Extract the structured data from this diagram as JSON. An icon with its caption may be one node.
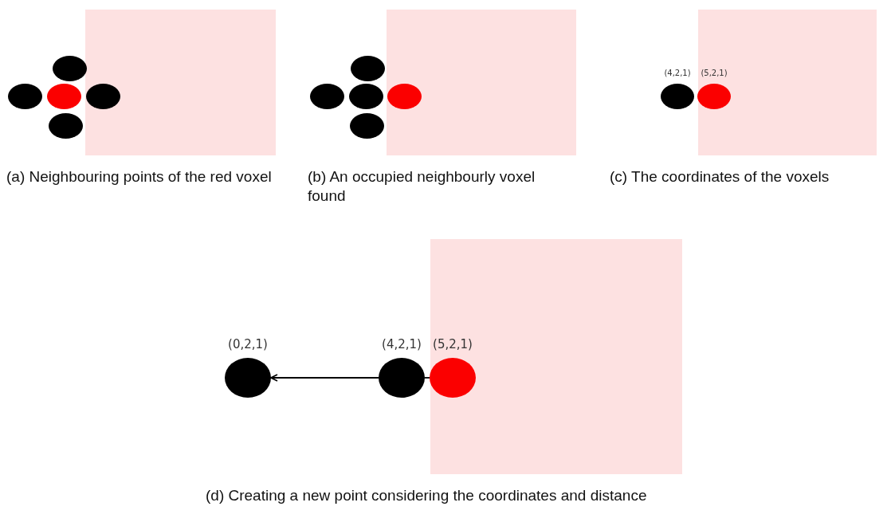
{
  "diagram": {
    "nodes": [
      {
        "text": [],
        "shape": "circle"
      },
      {
        "text": [],
        "shape": "circle"
      },
      {
        "text": [],
        "shape": "circle"
      },
      {
        "text": [],
        "shape": "circle"
      },
      {
        "text": [],
        "shape": "circle"
      },
      {
        "text": [],
        "shape": "circle"
      },
      {
        "text": [],
        "shape": "circle"
      },
      {
        "text": [],
        "shape": "circle"
      },
      {
        "text": [],
        "shape": "circle"
      },
      {
        "text": [],
        "shape": "circle"
      },
      {
        "text": [],
        "shape": "circle",
        "beside": [
          "(4,2,1)"
        ]
      },
      {
        "text": [],
        "shape": "circle",
        "beside": [
          "(5,2,1)"
        ]
      },
      {
        "text": [],
        "shape": "circle",
        "beside": [
          "(0,2,1)"
        ]
      },
      {
        "text": [],
        "shape": "circle",
        "beside": [
          "(4,2,1)"
        ]
      },
      {
        "text": [],
        "shape": "circle",
        "beside": [
          "(5,2,1)"
        ]
      }
    ],
    "edges": [
      {
        "from": 14,
        "to": 13,
        "arrow": "none"
      },
      {
        "from": 13,
        "to": 12,
        "arrow": "to"
      }
    ],
    "labels": [
      "(a) Neighbouring points of the red voxel",
      "(b) An occupied neighbourly voxel found",
      "(c) The coordinates of the voxels",
      "(d) Creating a new point considering the coordinates and distance"
    ]
  }
}
